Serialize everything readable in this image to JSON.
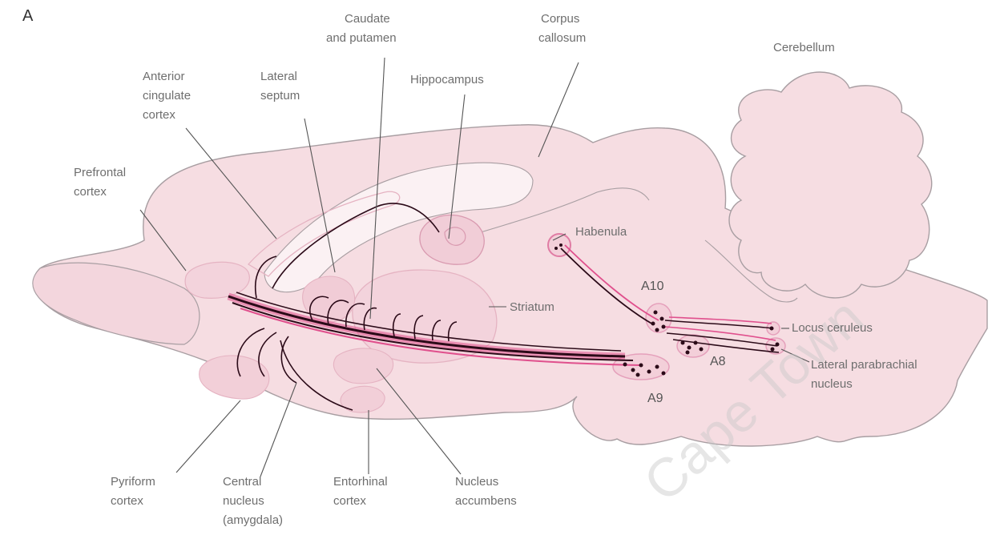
{
  "panel_label": "A",
  "labels": {
    "caudate": [
      "Caudate",
      "and putamen"
    ],
    "corpus_callosum": [
      "Corpus",
      "callosum"
    ],
    "cerebellum": "Cerebellum",
    "anterior_cingulate": [
      "Anterior",
      "cingulate",
      "cortex"
    ],
    "lateral_septum": [
      "Lateral",
      "septum"
    ],
    "hippocampus": "Hippocampus",
    "prefrontal": [
      "Prefrontal",
      "cortex"
    ],
    "habenula": "Habenula",
    "a10": "A10",
    "striatum": "Striatum",
    "locus_ceruleus": "Locus ceruleus",
    "a8": "A8",
    "lateral_parabrachial": [
      "Lateral parabrachial",
      "nucleus"
    ],
    "a9": "A9",
    "piriform": [
      "Pyriform",
      "cortex"
    ],
    "central_nucleus": [
      "Central",
      "nucleus",
      "(amygdala)"
    ],
    "entorhinal": [
      "Entorhinal",
      "cortex"
    ],
    "nucleus_accumbens": [
      "Nucleus",
      "accumbens"
    ]
  },
  "watermark": "Cape Town",
  "colors": {
    "brain_fill": "#f6dde2",
    "outline": "#a89ea2",
    "structure_outline": "#e5b3c2",
    "tract": "#2b0a18",
    "tract_glow": "#e0508d"
  }
}
